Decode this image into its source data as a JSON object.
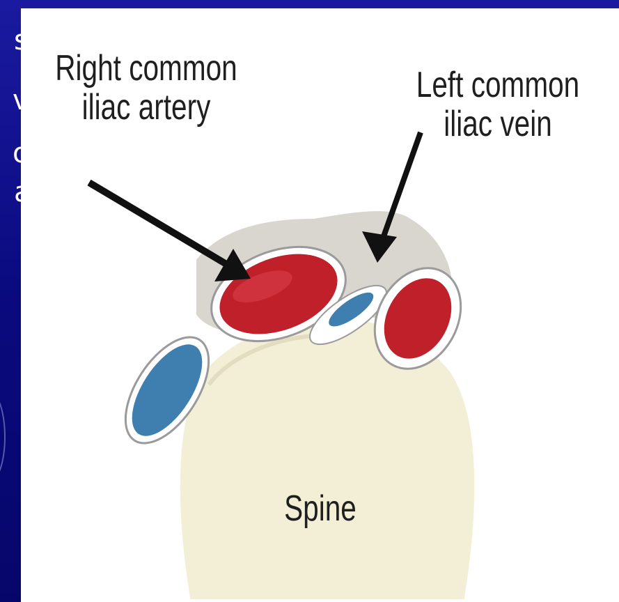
{
  "colors": {
    "slide_background": "#0d0d8a",
    "panel_background": "#ffffff",
    "artery_red": "#c0202a",
    "vein_blue": "#3f7fb0",
    "spine_cream": "#f2efd6",
    "arrow_black": "#111111"
  },
  "slide_text_fragments": [
    "s",
    "v",
    "o",
    "a"
  ],
  "labels": {
    "right_common_iliac_artery": [
      "Right common",
      "iliac artery"
    ],
    "left_common_iliac_vein": [
      "Left common",
      "iliac vein"
    ],
    "spine": "Spine"
  }
}
